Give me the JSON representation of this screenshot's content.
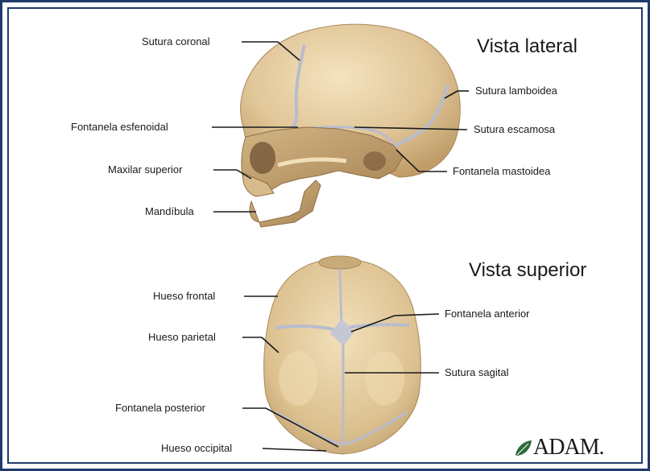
{
  "diagram": {
    "lateral_title": "Vista lateral",
    "superior_title": "Vista superior",
    "lateral_labels": {
      "sutura_coronal": "Sutura coronal",
      "sutura_lamboidea": "Sutura lamboidea",
      "fontanela_esfenoidal": "Fontanela esfenoidal",
      "sutura_escamosa": "Sutura escamosa",
      "maxilar_superior": "Maxilar superior",
      "fontanela_mastoidea": "Fontanela mastoidea",
      "mandibula": "Mandíbula"
    },
    "superior_labels": {
      "hueso_frontal": "Hueso frontal",
      "fontanela_anterior": "Fontanela anterior",
      "hueso_parietal": "Hueso parietal",
      "sutura_sagital": "Sutura sagital",
      "fontanela_posterior": "Fontanela posterior",
      "hueso_occipital": "Hueso occipital"
    },
    "logo_text": "ADAM.",
    "colors": {
      "bone": "#e2cba1",
      "bone_shadow": "#c2a273",
      "suture": "#b8bccd",
      "frame": "#1f3a6b"
    }
  }
}
